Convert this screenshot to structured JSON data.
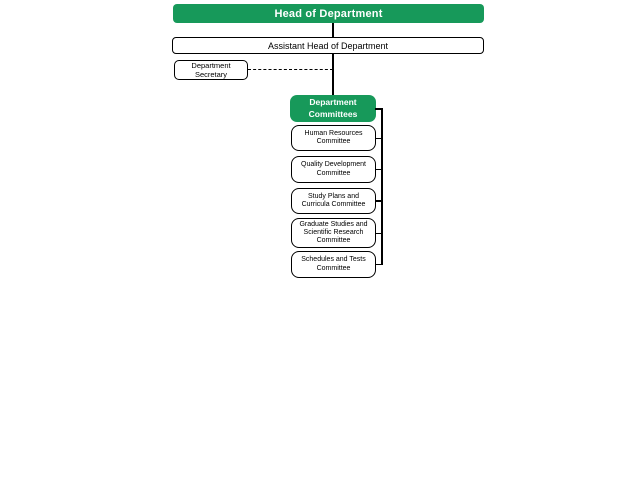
{
  "org_chart": {
    "nodes": {
      "head": "Head of Department",
      "assistant": "Assistant Head of Department",
      "secretary": "Department Secretary",
      "committees_group": "Department Committees"
    },
    "committees": [
      "Human Resources Committee",
      "Quality Development Committee",
      "Study Plans and Curricula Committee",
      "Graduate Studies and Scientific Research Committee",
      "Schedules and Tests Committee"
    ],
    "colors": {
      "node_green": "#17995A",
      "node_border": "#000000",
      "background": "#FFFFFF"
    }
  }
}
